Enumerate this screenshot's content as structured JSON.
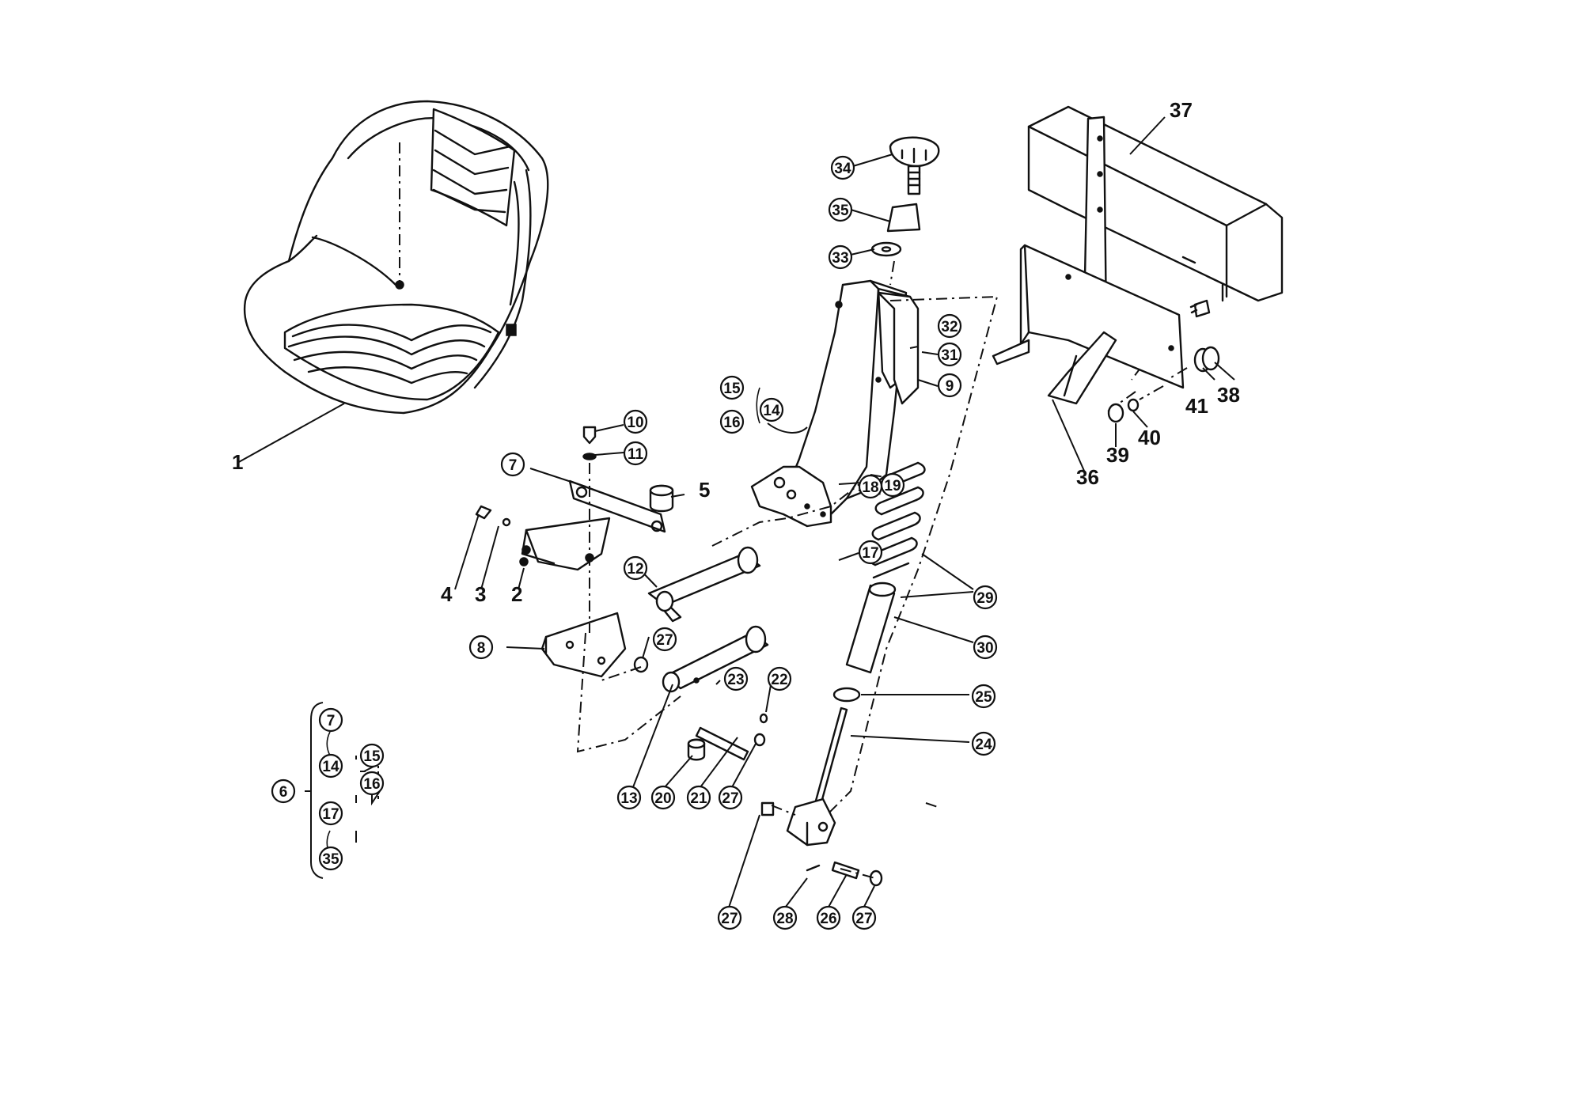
{
  "labels": {
    "p1": "1",
    "p2": "2",
    "p3": "3",
    "p4": "4",
    "p5": "5",
    "p6": "6",
    "p7": "7",
    "p8": "8",
    "p9": "9",
    "p10": "10",
    "p11": "11",
    "p12": "12",
    "p13": "13",
    "p14": "14",
    "p15": "15",
    "p16": "16",
    "p17": "17",
    "p18": "18",
    "p19": "19",
    "p20": "20",
    "p21": "21",
    "p22": "22",
    "p23": "23",
    "p24": "24",
    "p25": "25",
    "p26": "26",
    "p27": "27",
    "p28": "28",
    "p29": "29",
    "p30": "30",
    "p31": "31",
    "p32": "32",
    "p33": "33",
    "p34": "34",
    "p35": "35",
    "p36": "36",
    "p37": "37",
    "p38": "38",
    "p39": "39",
    "p40": "40",
    "p41": "41"
  },
  "colors": {
    "ink": "#111111",
    "paper": "#ffffff"
  }
}
